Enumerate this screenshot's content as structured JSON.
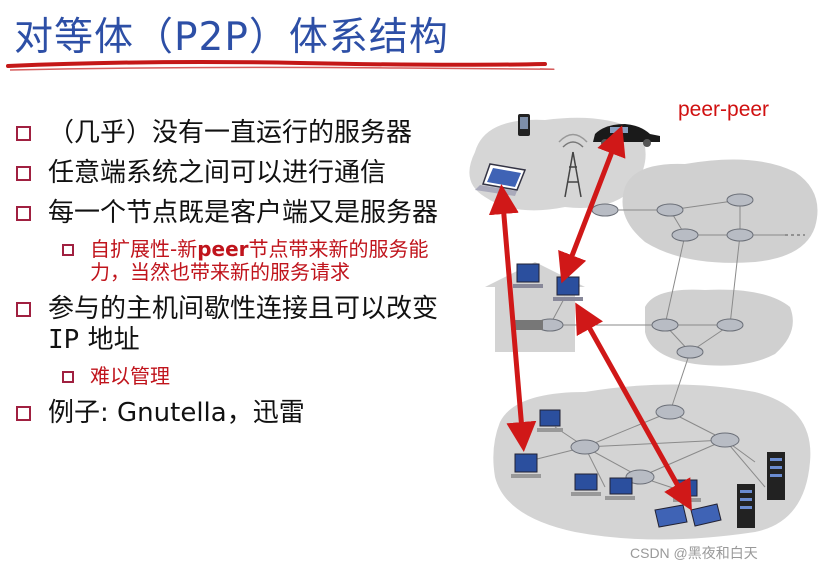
{
  "title": "对等体（P2P）体系结构",
  "bullets": [
    {
      "level": 1,
      "parts": [
        {
          "text": "（几乎）没有一直运行的服务器"
        }
      ]
    },
    {
      "level": 1,
      "parts": [
        {
          "text": "任意端系统之间可以进行通信"
        }
      ]
    },
    {
      "level": 1,
      "parts": [
        {
          "text": "每一个节点既是客户端又是服务器"
        }
      ]
    },
    {
      "level": 2,
      "parts": [
        {
          "text": "自扩展性-新"
        },
        {
          "text": "peer",
          "bold": true
        },
        {
          "text": "节点带来新的服务能力，当然也带来新的服务请求"
        }
      ]
    },
    {
      "level": 1,
      "parts": [
        {
          "text": "参与的主机间歇性连接且可以改变"
        },
        {
          "text": "IP",
          "mono": true
        },
        {
          "text": " 地址"
        }
      ]
    },
    {
      "level": 2,
      "parts": [
        {
          "text": "难以管理"
        }
      ]
    },
    {
      "level": 1,
      "parts": [
        {
          "text": "例子: Gnutella，迅雷"
        }
      ]
    }
  ],
  "diagram": {
    "peer_label": "peer-peer",
    "arrow_color": "#d01818",
    "cloud_color": "#d4d4d4",
    "router_color": "#b8bcc4"
  },
  "watermark": "CSDN @黑夜和白天"
}
